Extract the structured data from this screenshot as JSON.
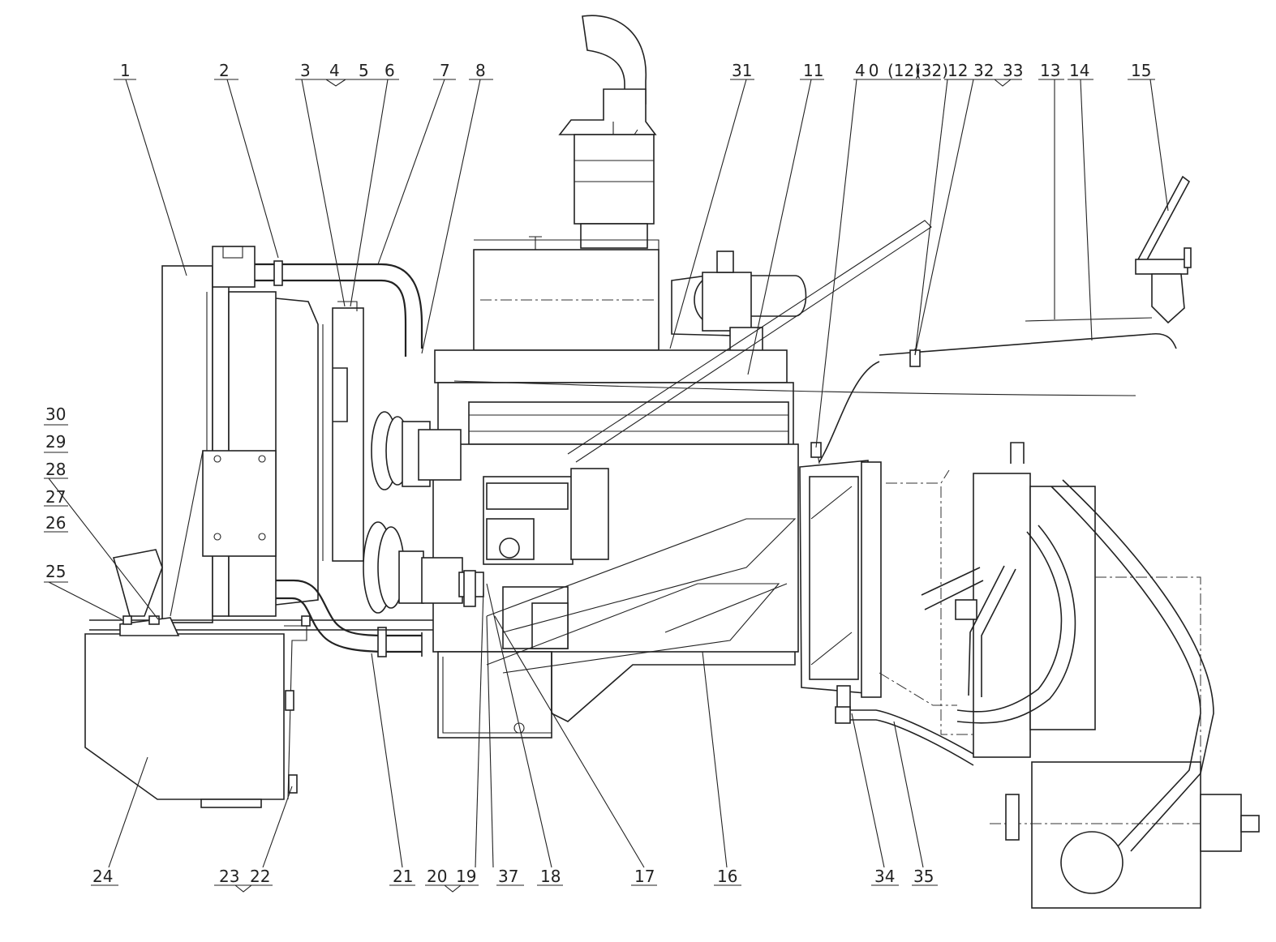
{
  "callouts": {
    "top": {
      "c1": "1",
      "c2": "2",
      "c3": "3",
      "c4": "4",
      "c5": "5",
      "c6": "6",
      "c7": "7",
      "c8": "8",
      "c31": "31",
      "c11": "11",
      "c40": "40",
      "c12p": "(12)",
      "c32p": "(32)",
      "c12": "12",
      "c32": "32",
      "c33": "33",
      "c13": "13",
      "c14": "14",
      "c15": "15"
    },
    "left": {
      "c30": "30",
      "c29": "29",
      "c28": "28",
      "c27": "27",
      "c26": "26",
      "c25": "25"
    },
    "bottom": {
      "c24": "24",
      "c23": "23",
      "c22": "22",
      "c21": "21",
      "c20": "20",
      "c19": "19",
      "c37": "37",
      "c18": "18",
      "c17": "17",
      "c16": "16",
      "c34": "34",
      "c35": "35"
    }
  }
}
